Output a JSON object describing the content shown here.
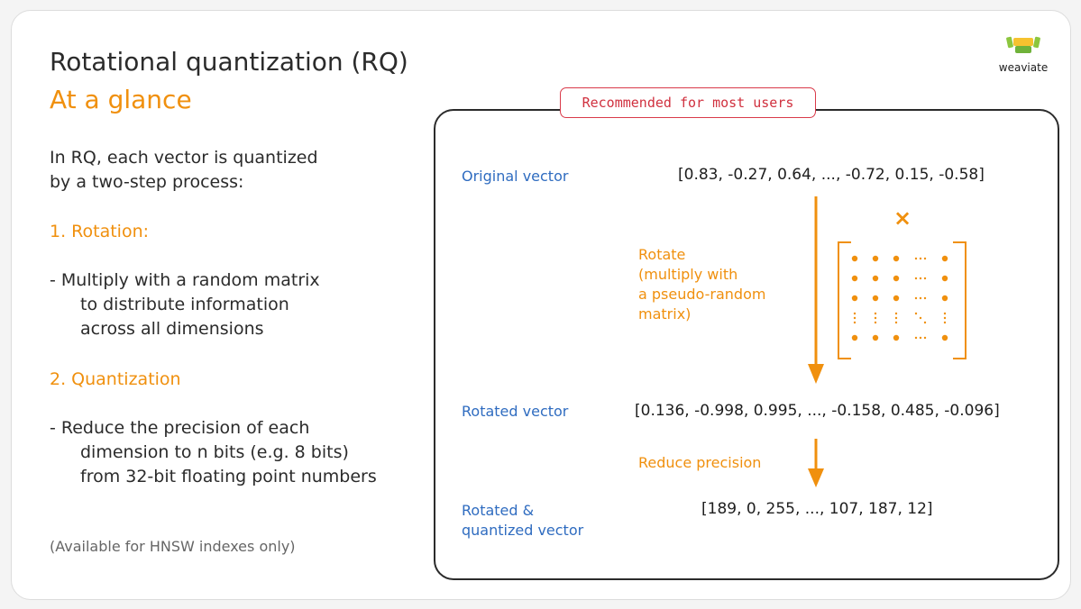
{
  "header": {
    "title": "Rotational quantization (RQ)",
    "subtitle": "At a glance"
  },
  "logo": {
    "text": "weaviate"
  },
  "left": {
    "intro_line1": "In RQ, each vector is quantized",
    "intro_line2": "by a two-step process:",
    "step1_heading": "1. Rotation:",
    "step1_line1": "- Multiply with a random matrix",
    "step1_line2": "to distribute information",
    "step1_line3": "across all dimensions",
    "step2_heading": "2. Quantization",
    "step2_line1": "-  Reduce the precision of each",
    "step2_line2": "dimension to n bits (e.g. 8 bits)",
    "step2_line3": "from 32-bit floating point numbers",
    "note": "(Available for HNSW indexes only)"
  },
  "panel": {
    "badge": "Recommended for most users",
    "original_label": "Original vector",
    "original_vector": "[0.83, -0.27, 0.64, ..., -0.72, 0.15, -0.58]",
    "rotate_line1": "Rotate",
    "rotate_line2": "(multiply with",
    "rotate_line3": "a pseudo-random",
    "rotate_line4": "matrix)",
    "times_symbol": "×",
    "rotated_label": "Rotated vector",
    "rotated_vector": "[0.136, -0.998, 0.995, ..., -0.158, 0.485, -0.096]",
    "reduce_label": "Reduce precision",
    "quantized_label_line1": "Rotated &",
    "quantized_label_line2": "quantized vector",
    "quantized_vector": "[189, 0, 255, ..., 107, 187, 12]"
  },
  "colors": {
    "accent_orange": "#f0900e",
    "label_blue": "#2f6cc0",
    "badge_red": "#d93a4a",
    "logo_green": "#8cc63e",
    "logo_yellow": "#f6c22f"
  },
  "icons": {
    "logo": "weaviate-logo-icon",
    "matrix": "matrix-icon",
    "arrows": "arrow-down-icon"
  }
}
